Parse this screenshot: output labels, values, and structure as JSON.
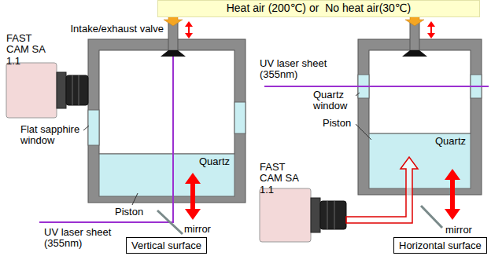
{
  "diagram": {
    "nodes": [
      {
        "text": [
          "Heat air (200℃) or  No heat air(30℃)"
        ]
      },
      {
        "text": [
          "Quartz"
        ]
      },
      {
        "text": [
          "Quartz"
        ]
      },
      {
        "text": [
          "Vertical surface"
        ]
      },
      {
        "text": [
          "Horizontal surface"
        ]
      }
    ],
    "labels": [
      "Intake/exhaust valve",
      "FAST CAM SA 1.1",
      "Flat sapphire window",
      "Piston",
      "UV laser sheet (355nm)",
      "mirror",
      "UV laser sheet (355nm)",
      "Quartz window",
      "Piston",
      "FAST CAM SA 1.1",
      "mirror"
    ]
  }
}
